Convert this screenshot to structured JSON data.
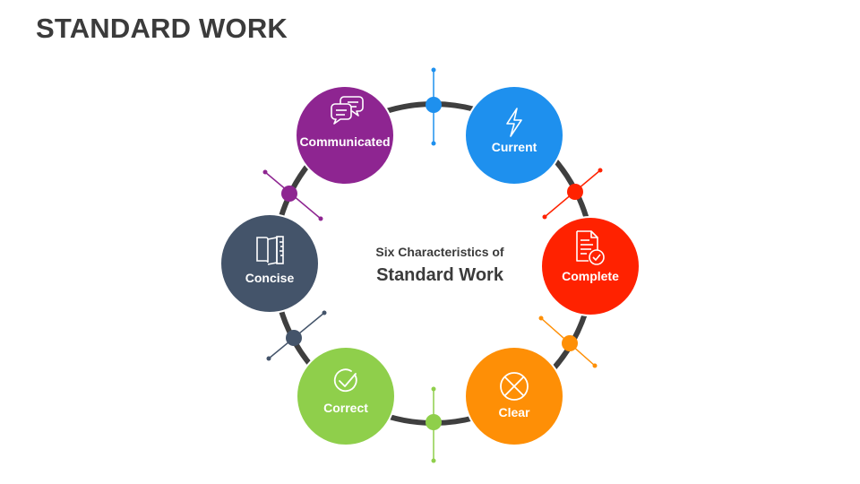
{
  "slide": {
    "title": "STANDARD WORK"
  },
  "center": {
    "subtitle": "Six Characteristics of",
    "title": "Standard Work"
  },
  "nodes": [
    {
      "label": "Communicated",
      "color": "#8e2591",
      "icon": "chat-bubbles-icon"
    },
    {
      "label": "Current",
      "color": "#1e90ee",
      "icon": "lightning-bolt-icon"
    },
    {
      "label": "Concise",
      "color": "#44546a",
      "icon": "ruler-book-icon"
    },
    {
      "label": "Complete",
      "color": "#ff2200",
      "icon": "checked-document-icon"
    },
    {
      "label": "Correct",
      "color": "#8fcf4b",
      "icon": "check-circle-icon"
    },
    {
      "label": "Clear",
      "color": "#fe8f06",
      "icon": "x-circle-icon"
    }
  ],
  "connectors": [
    {
      "color": "#1e90ee"
    },
    {
      "color": "#ff2200"
    },
    {
      "color": "#fe8f06"
    },
    {
      "color": "#8fcf4b"
    },
    {
      "color": "#44546a"
    },
    {
      "color": "#8e2591"
    }
  ],
  "ring_color": "#3f3f3f"
}
